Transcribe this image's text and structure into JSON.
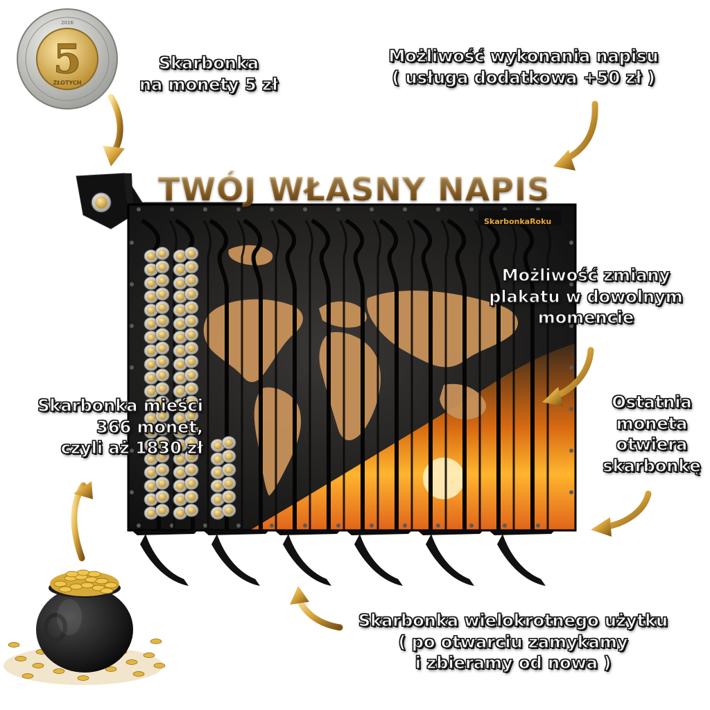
{
  "coin_caption": {
    "line1": "Skarbonka",
    "line2": "na monety 5 zł"
  },
  "inscription_caption": {
    "line1": "Możliwość wykonania napisu",
    "line2": "( usługa dodatkowa +50 zł )"
  },
  "headline": "TWÓJ WŁASNY NAPIS",
  "brand": "SkarbonkaRoku",
  "poster_caption": {
    "line1": "Możliwość zmiany",
    "line2": "plakatu w dowolnym",
    "line3": "momencie"
  },
  "last_coin_caption": {
    "line1": "Ostatnia",
    "line2": "moneta",
    "line3": "otwiera",
    "line4": "skarbonkę"
  },
  "capacity_caption": {
    "line1": "Skarbonka mieści",
    "line2": "366 monet,",
    "line3": "czyli aż 1830 zł"
  },
  "reuse_caption": {
    "line1": "Skarbonka wielokrotnego użytku",
    "line2": "( po otwarciu zamykamy",
    "line3": "i zbieramy od nowa )"
  },
  "coin": {
    "value": "5",
    "currency": "ZŁOTYCH",
    "year": "2016"
  },
  "colors": {
    "gold": "#c9962f",
    "board": "#141414",
    "map": "#c8925a",
    "sunset": "#f08a1c"
  },
  "icons": [
    "five-zloty-coin-icon",
    "pot-of-gold-icon",
    "curved-arrow-icon"
  ]
}
